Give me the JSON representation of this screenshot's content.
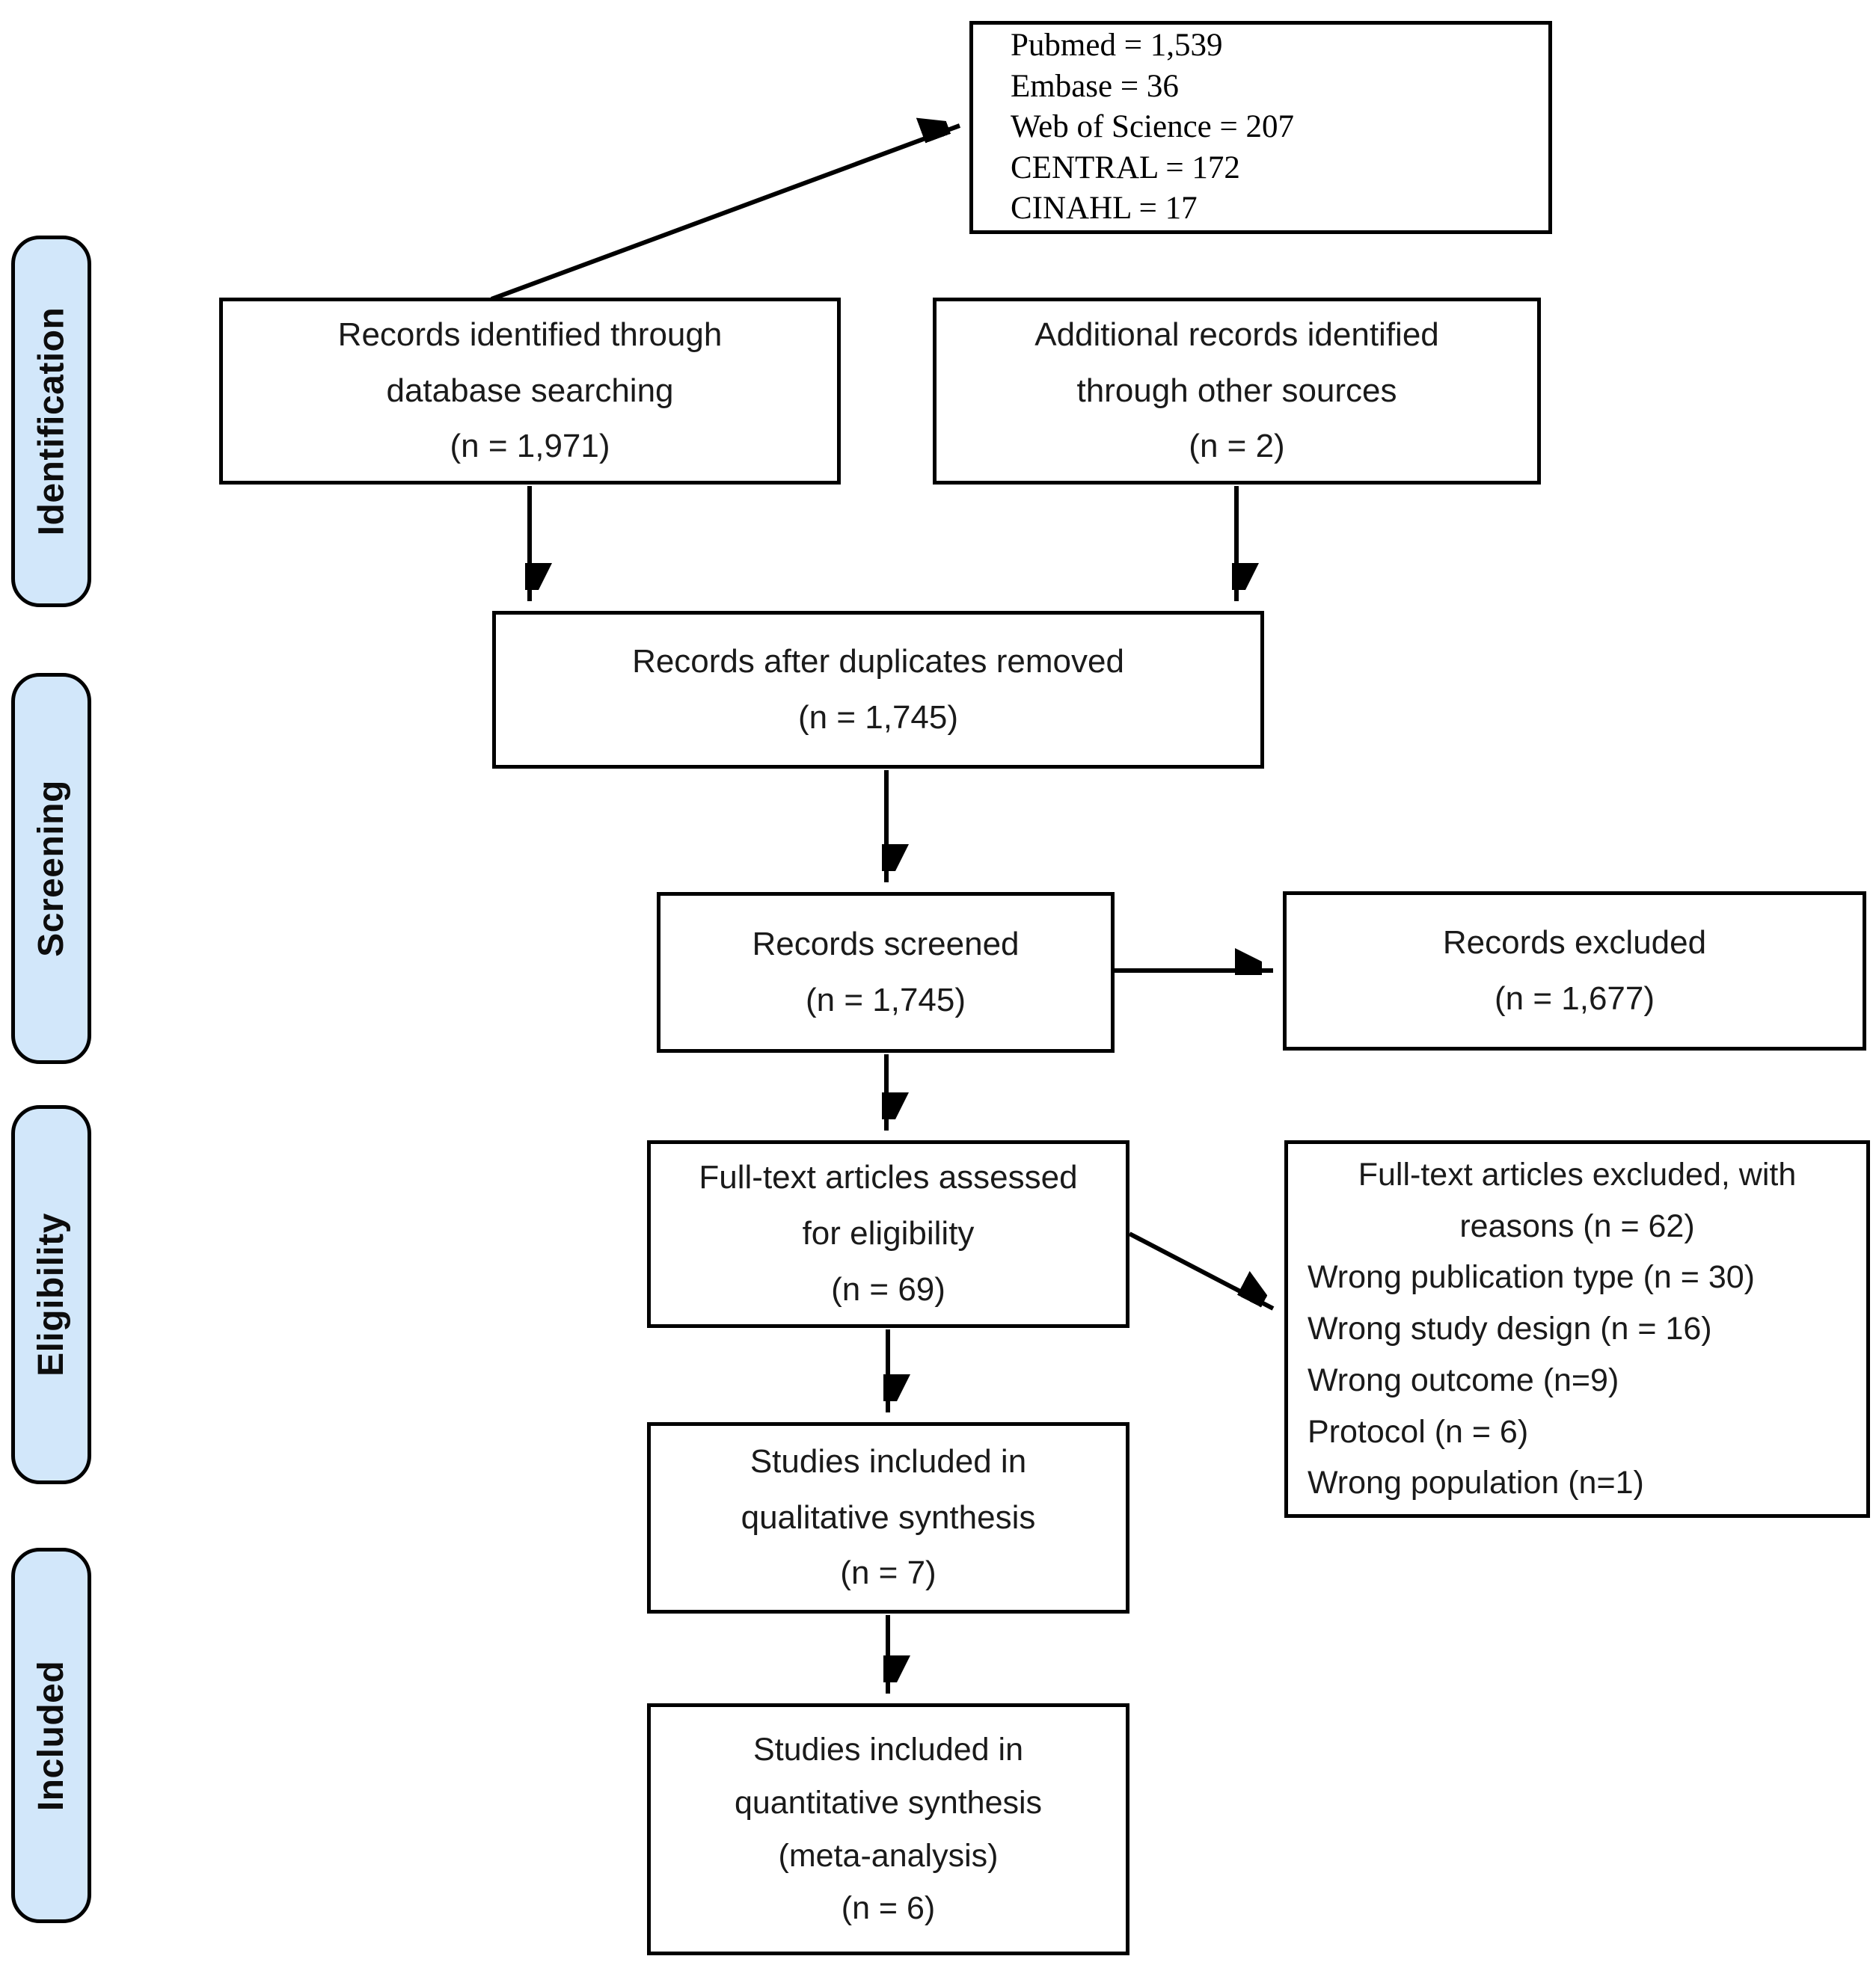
{
  "stages": [
    {
      "label": "Identification"
    },
    {
      "label": "Screening"
    },
    {
      "label": "Eligibility"
    },
    {
      "label": "Included"
    }
  ],
  "boxes": {
    "sources": {
      "lines": [
        "Pubmed = 1,539",
        "Embase = 36",
        "Web of Science = 207",
        "CENTRAL = 172",
        "CINAHL = 17"
      ]
    },
    "records_identified": {
      "lines": [
        "Records identified through",
        "database searching",
        "(n = 1,971)"
      ]
    },
    "additional_records": {
      "lines": [
        "Additional records identified",
        "through other sources",
        "(n = 2)"
      ]
    },
    "duplicates_removed": {
      "lines": [
        "Records after duplicates removed",
        "(n = 1,745)"
      ]
    },
    "records_screened": {
      "lines": [
        "Records screened",
        "(n = 1,745)"
      ]
    },
    "records_excluded": {
      "lines": [
        "Records excluded",
        "(n = 1,677)"
      ]
    },
    "fulltext_assessed": {
      "lines": [
        "Full-text articles assessed",
        "for eligibility",
        "(n = 69)"
      ]
    },
    "fulltext_excluded": {
      "centered_lines": [
        "Full-text articles excluded, with",
        "reasons (n = 62)"
      ],
      "reason_lines": [
        "Wrong publication type (n = 30)",
        "Wrong study design (n = 16)",
        "Wrong outcome (n=9)",
        "Protocol (n = 6)",
        "Wrong population (n=1)"
      ]
    },
    "qualitative_synthesis": {
      "lines": [
        "Studies included in",
        "qualitative synthesis",
        "(n = 7)"
      ]
    },
    "quantitative_synthesis": {
      "lines": [
        "Studies included in",
        "quantitative synthesis",
        "(meta-analysis)",
        "(n = 6)"
      ]
    }
  },
  "colors": {
    "stage_fill": "#d2e7fa",
    "border": "#000000",
    "box_fill": "#ffffff"
  }
}
